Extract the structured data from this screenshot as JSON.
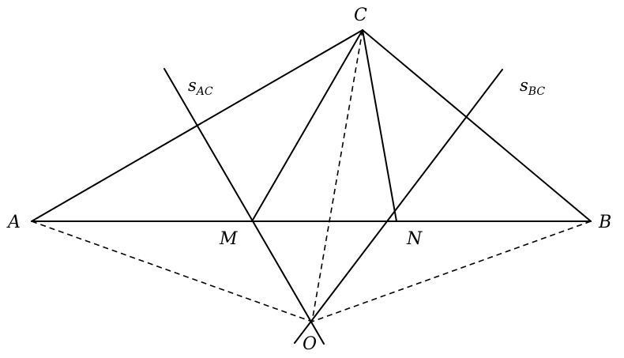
{
  "points": {
    "A": "A",
    "B": "B",
    "C": "C",
    "M": "M",
    "N": "N",
    "O": "O"
  },
  "bisectors": {
    "ac": {
      "base": "s",
      "sub": "AC"
    },
    "bc": {
      "base": "s",
      "sub": "BC"
    }
  }
}
